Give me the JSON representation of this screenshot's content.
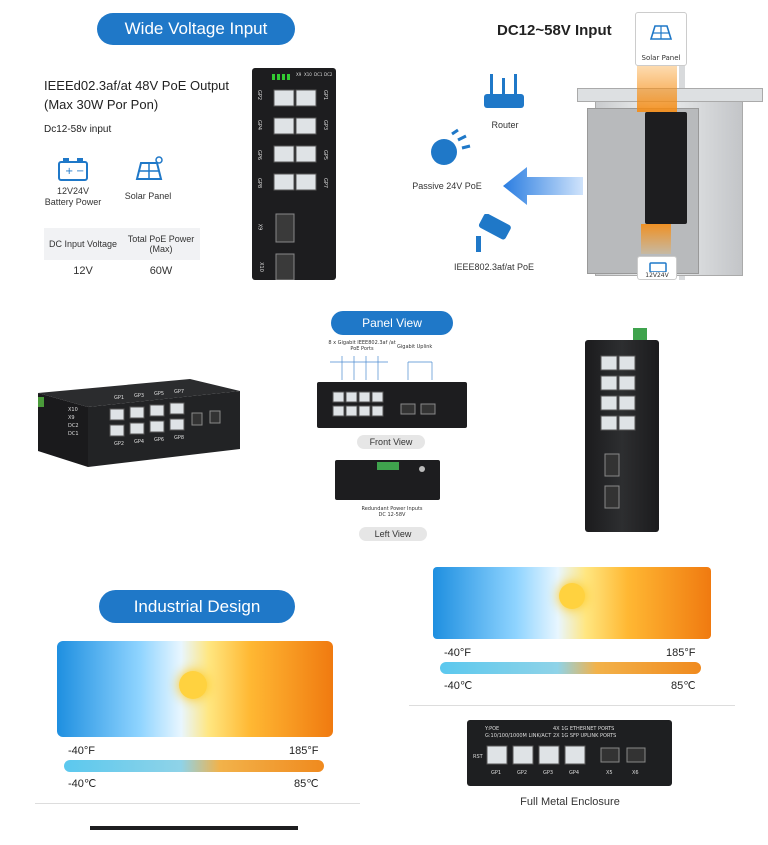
{
  "top_left": {
    "badge": "Wide Voltage Input",
    "poe_title_line1": "IEEEd02.3af/at 48V PoE Output",
    "poe_title_line2": "(Max 30W Por Pon)",
    "input_note": "Dc12-58v input",
    "icon_battery_label_line1": "12V24V",
    "icon_battery_label_line2": "Battery Power",
    "icon_solar_label": "Solar Panel",
    "table": {
      "headers": [
        "DC Input Voltage",
        "Total PoE Power (Max)"
      ],
      "rows": [
        [
          "12V",
          "60W"
        ]
      ]
    },
    "switch_port_labels_left": [
      "GP2",
      "GP4",
      "GP6",
      "GP8"
    ],
    "switch_port_labels_right": [
      "GP1",
      "GP3",
      "GP5",
      "GP7"
    ],
    "switch_top_labels": [
      "X9",
      "X10",
      "DC1",
      "DC2"
    ],
    "switch_sfp_labels": [
      "X9",
      "X10"
    ]
  },
  "top_right": {
    "title": "DC12~58V Input",
    "router_label": "Router",
    "passive_label": "Passive 24V PoE",
    "camera_label": "IEEE802.3af/at PoE",
    "solar_label": "Solar Panel",
    "battery_label": "12V24V"
  },
  "middle": {
    "badge": "Panel View",
    "callout_ports": "8 x Gigabit IEEE802.3af /at PoE Ports",
    "callout_uplink": "Gigabit Uplink",
    "front_view": "Front View",
    "redundant_power": "Redundant Power Inputs DC 12-58V",
    "left_view": "Left View",
    "device_top_labels": [
      "GP1",
      "GP3",
      "GP5",
      "GP7"
    ],
    "device_bottom_labels": [
      "GP2",
      "GP4",
      "GP6",
      "GP8"
    ],
    "device_side_labels": [
      "X10",
      "X9",
      "DC2",
      "DC1"
    ]
  },
  "bottom_left": {
    "badge": "Industrial Design",
    "temp_f_low": "-40°F",
    "temp_f_high": "185°F",
    "temp_c_low": "-40℃",
    "temp_c_high": "85℃"
  },
  "bottom_right": {
    "temp_f_low": "-40°F",
    "temp_f_high": "185°F",
    "temp_c_low": "-40℃",
    "temp_c_high": "85℃",
    "enclosure_caption": "Full Metal Enclosure",
    "panel_line1": "Y:POE",
    "panel_line2": "G:10/100/1000M LINK/ACT",
    "panel_line3": "4X 1G ETHERNET PORTS",
    "panel_line4": "2X 1G SFP UPLINK PORTS",
    "panel_rst": "RST",
    "panel_ports": [
      "GP1",
      "GP2",
      "GP3",
      "GP4",
      "X5",
      "X6"
    ]
  },
  "colors": {
    "accent": "#1f78c8",
    "hot": "#f08a1e",
    "cold": "#5bc8ee"
  }
}
